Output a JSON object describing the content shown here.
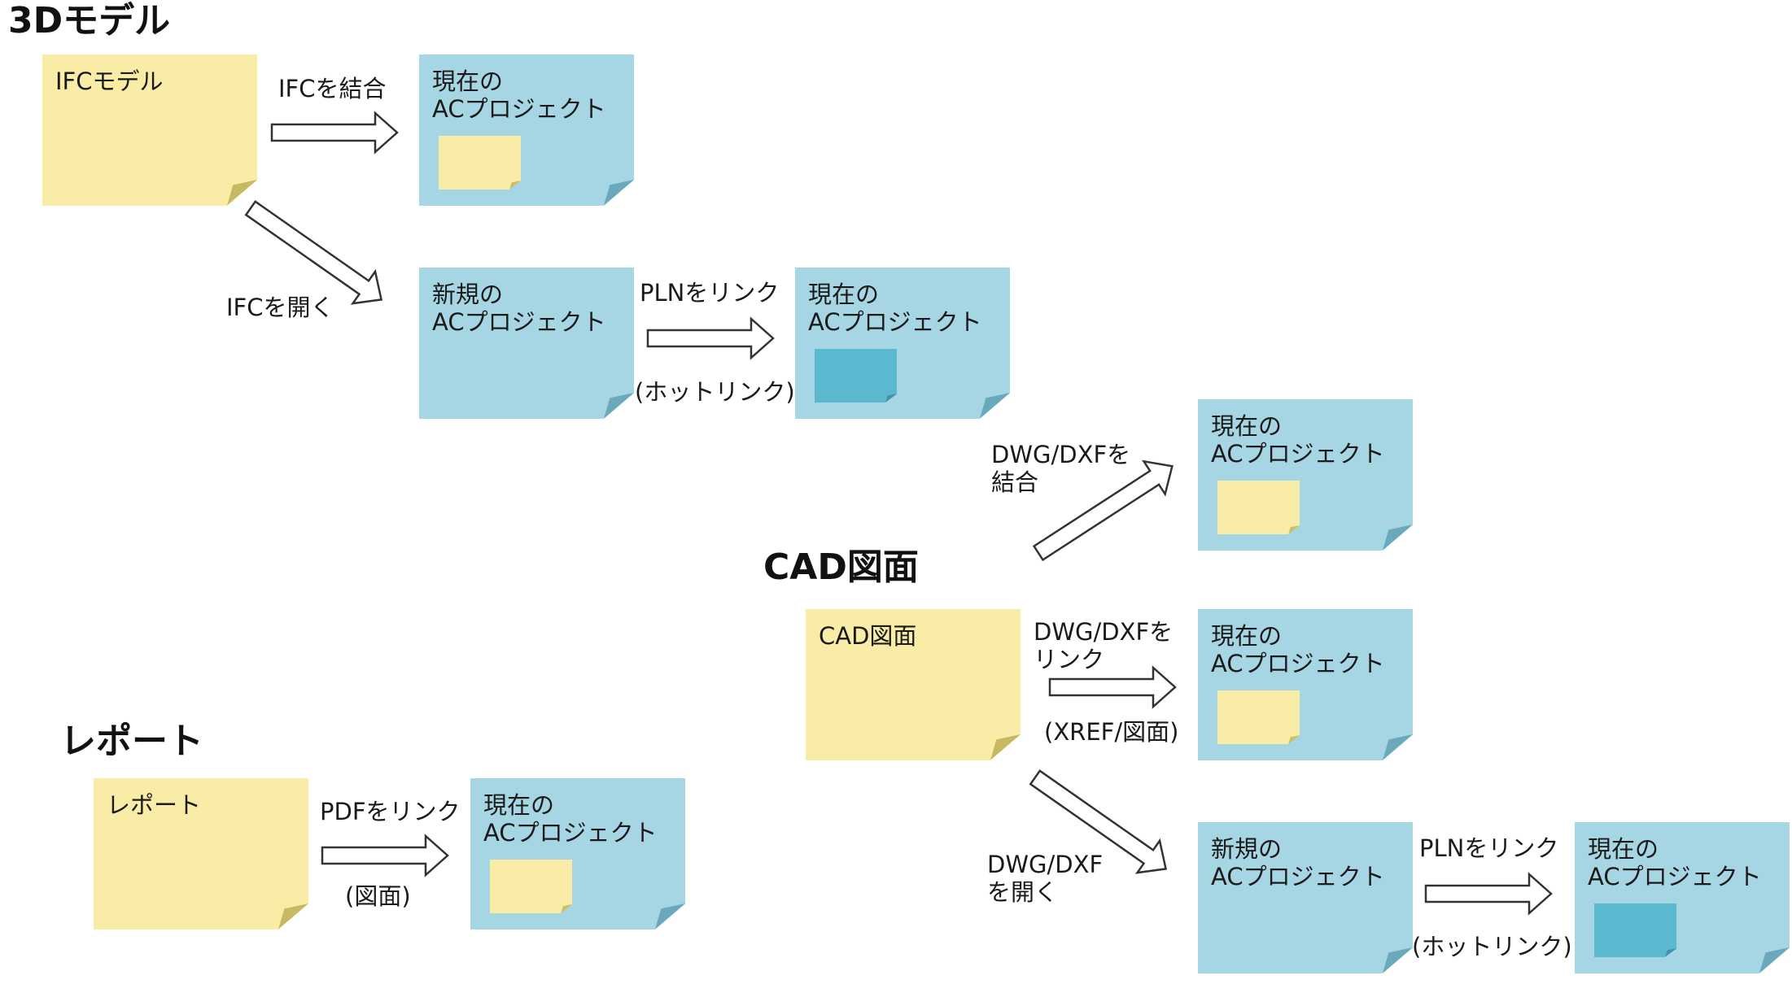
{
  "sections": {
    "model_3d": "3Dモデル",
    "cad": "CAD図面",
    "report": "レポート"
  },
  "colors": {
    "yellow_note": "#f8eca6",
    "blue_note": "#a6d5e3",
    "teal_inner": "#5ab9cf"
  },
  "notes": {
    "ifc_model": "IFCモデル",
    "current_1": "現在の\nACプロジェクト",
    "new_1": "新規の\nACプロジェクト",
    "current_2": "現在の\nACプロジェクト",
    "current_3": "現在の\nACプロジェクト",
    "cad_drawing": "CAD図面",
    "current_4": "現在の\nACプロジェクト",
    "new_2": "新規の\nACプロジェクト",
    "current_5": "現在の\nACプロジェクト",
    "report": "レポート",
    "current_6": "現在の\nACプロジェクト"
  },
  "edges": {
    "merge_ifc": "IFCを結合",
    "open_ifc": "IFCを開く",
    "link_pln_1": "PLNをリンク",
    "hotlink_1": "(ホットリンク)",
    "merge_dwg": "DWG/DXFを\n結合",
    "link_dwg": "DWG/DXFを\nリンク",
    "xref": "(XREF/図面)",
    "open_dwg": "DWG/DXF\nを開く",
    "link_pln_2": "PLNをリンク",
    "hotlink_2": "(ホットリンク)",
    "link_pdf": "PDFをリンク",
    "drawing": "(図面)"
  }
}
